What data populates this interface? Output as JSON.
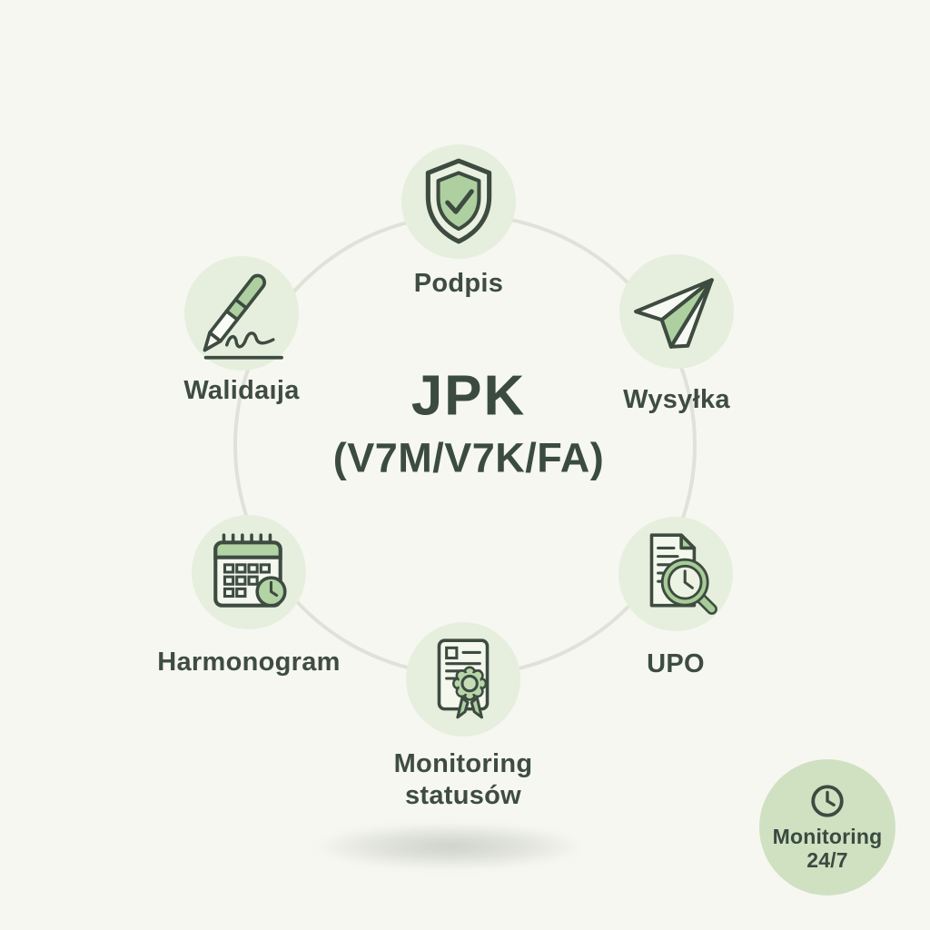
{
  "title_block": {
    "title": "JPK",
    "subtitle": "(V7M/V7K/FA)"
  },
  "nodes": [
    {
      "id": "podpis",
      "label": "Podpis",
      "icon": "shield-check-icon"
    },
    {
      "id": "wysylka",
      "label": "Wysyłka",
      "icon": "paper-plane-icon"
    },
    {
      "id": "upo",
      "label": "UPO",
      "icon": "document-magnifier-icon"
    },
    {
      "id": "monitoring-statusow",
      "label": "Monitoring statusów",
      "icon": "certificate-ribbon-icon"
    },
    {
      "id": "harmonogram",
      "label": "Harmonogram",
      "icon": "calendar-clock-icon"
    },
    {
      "id": "walidacja",
      "label": "Walidaıja",
      "icon": "pen-signature-icon"
    }
  ],
  "badge": {
    "label": "Monitoring 24/7",
    "icon": "clock-icon"
  },
  "colors": {
    "background": "#f6f7f1",
    "node_circle": "#e6efde",
    "badge_circle": "#cfe1c1",
    "icon_green": "#aed0a0",
    "ink": "#3d4b41",
    "ring": "#e0e1d8",
    "text": "#3e4c42"
  }
}
